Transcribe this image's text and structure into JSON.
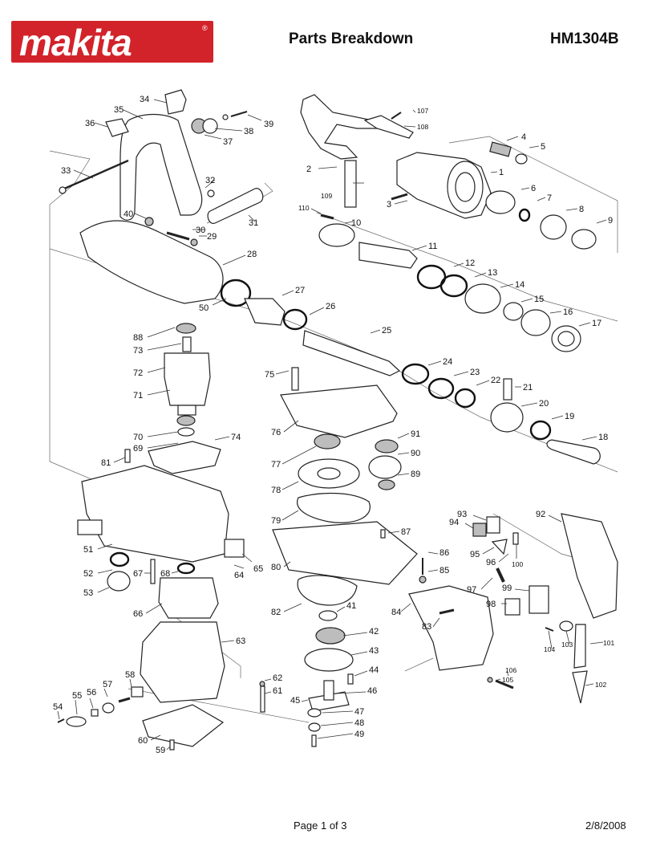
{
  "header": {
    "brand": "makita",
    "registered": "®",
    "title": "Parts Breakdown",
    "model": "HM1304B"
  },
  "footer": {
    "page": "Page 1 of 3",
    "date": "2/8/2008"
  },
  "colors": {
    "brand_red": "#d2232a",
    "line": "#222222"
  },
  "parts": [
    {
      "n": "1"
    },
    {
      "n": "2"
    },
    {
      "n": "3"
    },
    {
      "n": "4"
    },
    {
      "n": "5"
    },
    {
      "n": "6"
    },
    {
      "n": "7"
    },
    {
      "n": "8"
    },
    {
      "n": "9"
    },
    {
      "n": "10"
    },
    {
      "n": "11"
    },
    {
      "n": "12"
    },
    {
      "n": "13"
    },
    {
      "n": "14"
    },
    {
      "n": "15"
    },
    {
      "n": "16"
    },
    {
      "n": "17"
    },
    {
      "n": "18"
    },
    {
      "n": "19"
    },
    {
      "n": "20"
    },
    {
      "n": "21"
    },
    {
      "n": "22"
    },
    {
      "n": "23"
    },
    {
      "n": "24"
    },
    {
      "n": "25"
    },
    {
      "n": "26"
    },
    {
      "n": "27"
    },
    {
      "n": "28"
    },
    {
      "n": "29"
    },
    {
      "n": "30"
    },
    {
      "n": "31"
    },
    {
      "n": "32"
    },
    {
      "n": "33"
    },
    {
      "n": "34"
    },
    {
      "n": "35"
    },
    {
      "n": "36"
    },
    {
      "n": "37"
    },
    {
      "n": "38"
    },
    {
      "n": "39"
    },
    {
      "n": "40"
    },
    {
      "n": "41"
    },
    {
      "n": "42"
    },
    {
      "n": "43"
    },
    {
      "n": "44"
    },
    {
      "n": "45"
    },
    {
      "n": "46"
    },
    {
      "n": "47"
    },
    {
      "n": "48"
    },
    {
      "n": "49"
    },
    {
      "n": "50"
    },
    {
      "n": "51"
    },
    {
      "n": "52"
    },
    {
      "n": "53"
    },
    {
      "n": "54"
    },
    {
      "n": "55"
    },
    {
      "n": "56"
    },
    {
      "n": "57"
    },
    {
      "n": "58"
    },
    {
      "n": "59"
    },
    {
      "n": "60"
    },
    {
      "n": "61"
    },
    {
      "n": "62"
    },
    {
      "n": "63"
    },
    {
      "n": "64"
    },
    {
      "n": "65"
    },
    {
      "n": "66"
    },
    {
      "n": "67"
    },
    {
      "n": "68"
    },
    {
      "n": "69"
    },
    {
      "n": "70"
    },
    {
      "n": "71"
    },
    {
      "n": "72"
    },
    {
      "n": "73"
    },
    {
      "n": "74"
    },
    {
      "n": "75"
    },
    {
      "n": "76"
    },
    {
      "n": "77"
    },
    {
      "n": "78"
    },
    {
      "n": "79"
    },
    {
      "n": "80"
    },
    {
      "n": "81"
    },
    {
      "n": "82"
    },
    {
      "n": "83"
    },
    {
      "n": "84"
    },
    {
      "n": "85"
    },
    {
      "n": "86"
    },
    {
      "n": "87"
    },
    {
      "n": "88"
    },
    {
      "n": "89"
    },
    {
      "n": "90"
    },
    {
      "n": "91"
    },
    {
      "n": "92"
    },
    {
      "n": "93"
    },
    {
      "n": "94"
    },
    {
      "n": "95"
    },
    {
      "n": "96"
    },
    {
      "n": "97"
    },
    {
      "n": "98"
    },
    {
      "n": "99"
    },
    {
      "n": "100"
    },
    {
      "n": "101"
    },
    {
      "n": "102"
    },
    {
      "n": "103"
    },
    {
      "n": "104"
    },
    {
      "n": "105"
    },
    {
      "n": "106"
    },
    {
      "n": "107"
    },
    {
      "n": "108"
    },
    {
      "n": "109"
    },
    {
      "n": "110"
    }
  ]
}
